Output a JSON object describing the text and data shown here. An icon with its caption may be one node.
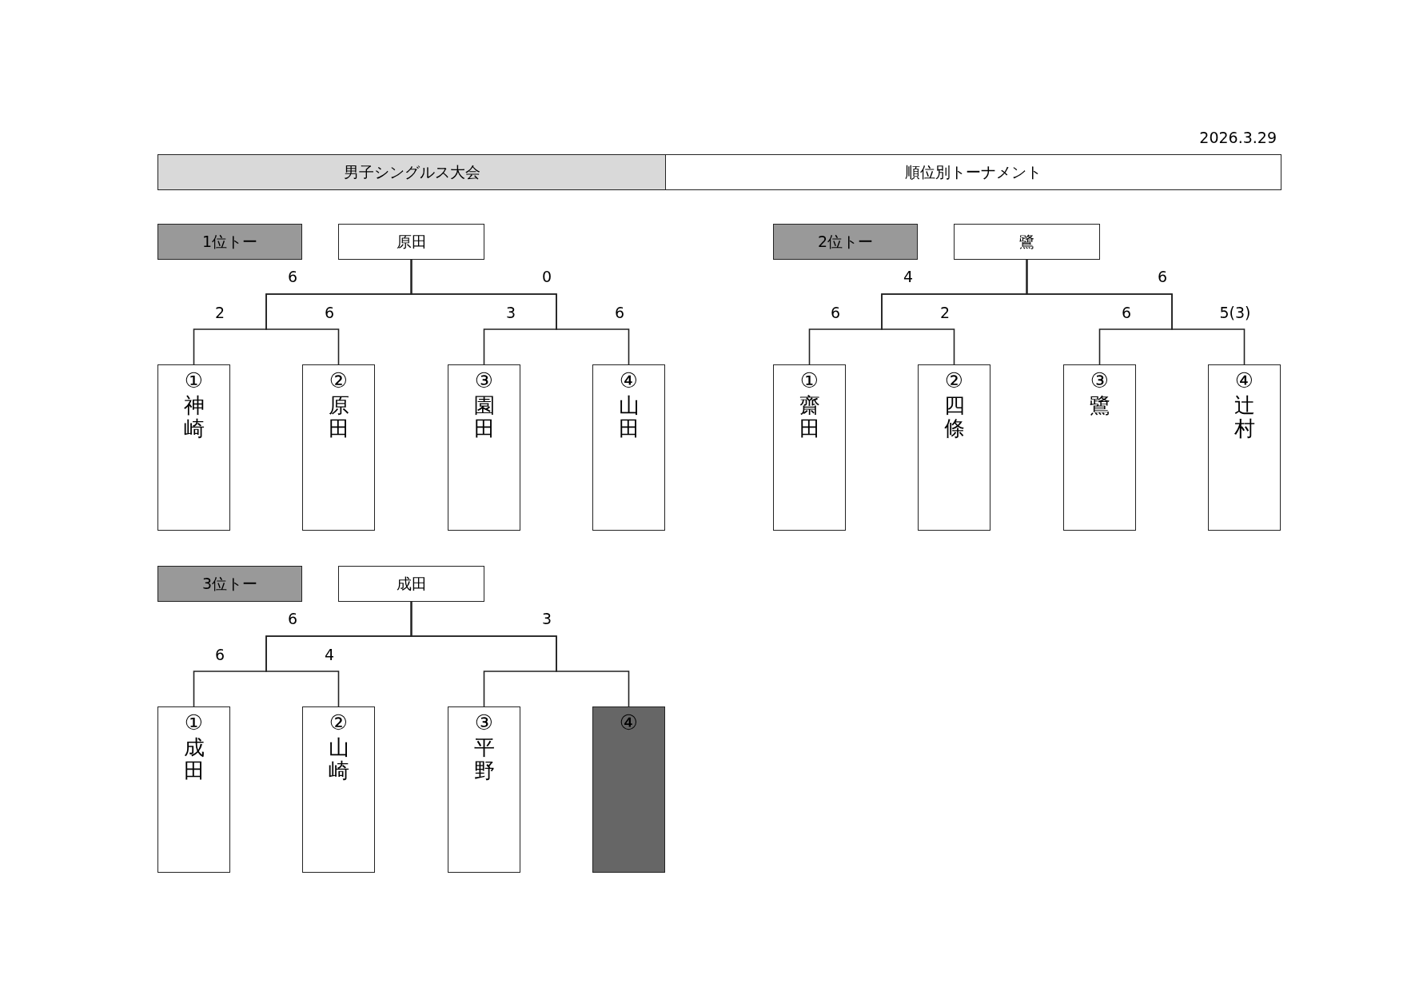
{
  "diagram": {
    "nodes": [
      {
        "text": [
          "男子シングルス大会"
        ]
      },
      {
        "text": [
          "順位別トーナメント"
        ]
      },
      {
        "text": [
          "1位トー"
        ]
      },
      {
        "text": [
          "原田"
        ]
      },
      {
        "text": [
          "①",
          "神崎"
        ]
      },
      {
        "text": [
          "②",
          "原田"
        ]
      },
      {
        "text": [
          "③",
          "園田"
        ]
      },
      {
        "text": [
          "④",
          "山田"
        ]
      },
      {
        "text": [
          "2位トー"
        ]
      },
      {
        "text": [
          "鷺"
        ]
      },
      {
        "text": [
          "①",
          "齋田"
        ]
      },
      {
        "text": [
          "②",
          "四條"
        ]
      },
      {
        "text": [
          "③",
          "鷺"
        ]
      },
      {
        "text": [
          "④",
          "辻村"
        ]
      },
      {
        "text": [
          "3位トー"
        ]
      },
      {
        "text": [
          "成田"
        ]
      },
      {
        "text": [
          "①",
          "成田"
        ]
      },
      {
        "text": [
          "②",
          "山崎"
        ]
      },
      {
        "text": [
          "③",
          "平野"
        ]
      },
      {
        "text": [
          "④"
        ]
      }
    ],
    "edges": [
      {
        "from": 4,
        "to": 3,
        "arrow": "none"
      },
      {
        "from": 5,
        "to": 3,
        "arrow": "none"
      },
      {
        "from": 6,
        "to": 3,
        "arrow": "none"
      },
      {
        "from": 7,
        "to": 3,
        "arrow": "none"
      },
      {
        "from": 10,
        "to": 9,
        "arrow": "none"
      },
      {
        "from": 11,
        "to": 9,
        "arrow": "none"
      },
      {
        "from": 12,
        "to": 9,
        "arrow": "none"
      },
      {
        "from": 13,
        "to": 9,
        "arrow": "none"
      },
      {
        "from": 16,
        "to": 15,
        "arrow": "none"
      },
      {
        "from": 17,
        "to": 15,
        "arrow": "none"
      },
      {
        "from": 18,
        "to": 15,
        "arrow": "none"
      },
      {
        "from": 19,
        "to": 15,
        "arrow": "none"
      }
    ],
    "labels": [
      "2026.3.29",
      "6",
      "0",
      "2",
      "6",
      "3",
      "6",
      "4",
      "6",
      "6",
      "2",
      "6",
      "5(3)",
      "6",
      "3",
      "6",
      "4"
    ]
  }
}
